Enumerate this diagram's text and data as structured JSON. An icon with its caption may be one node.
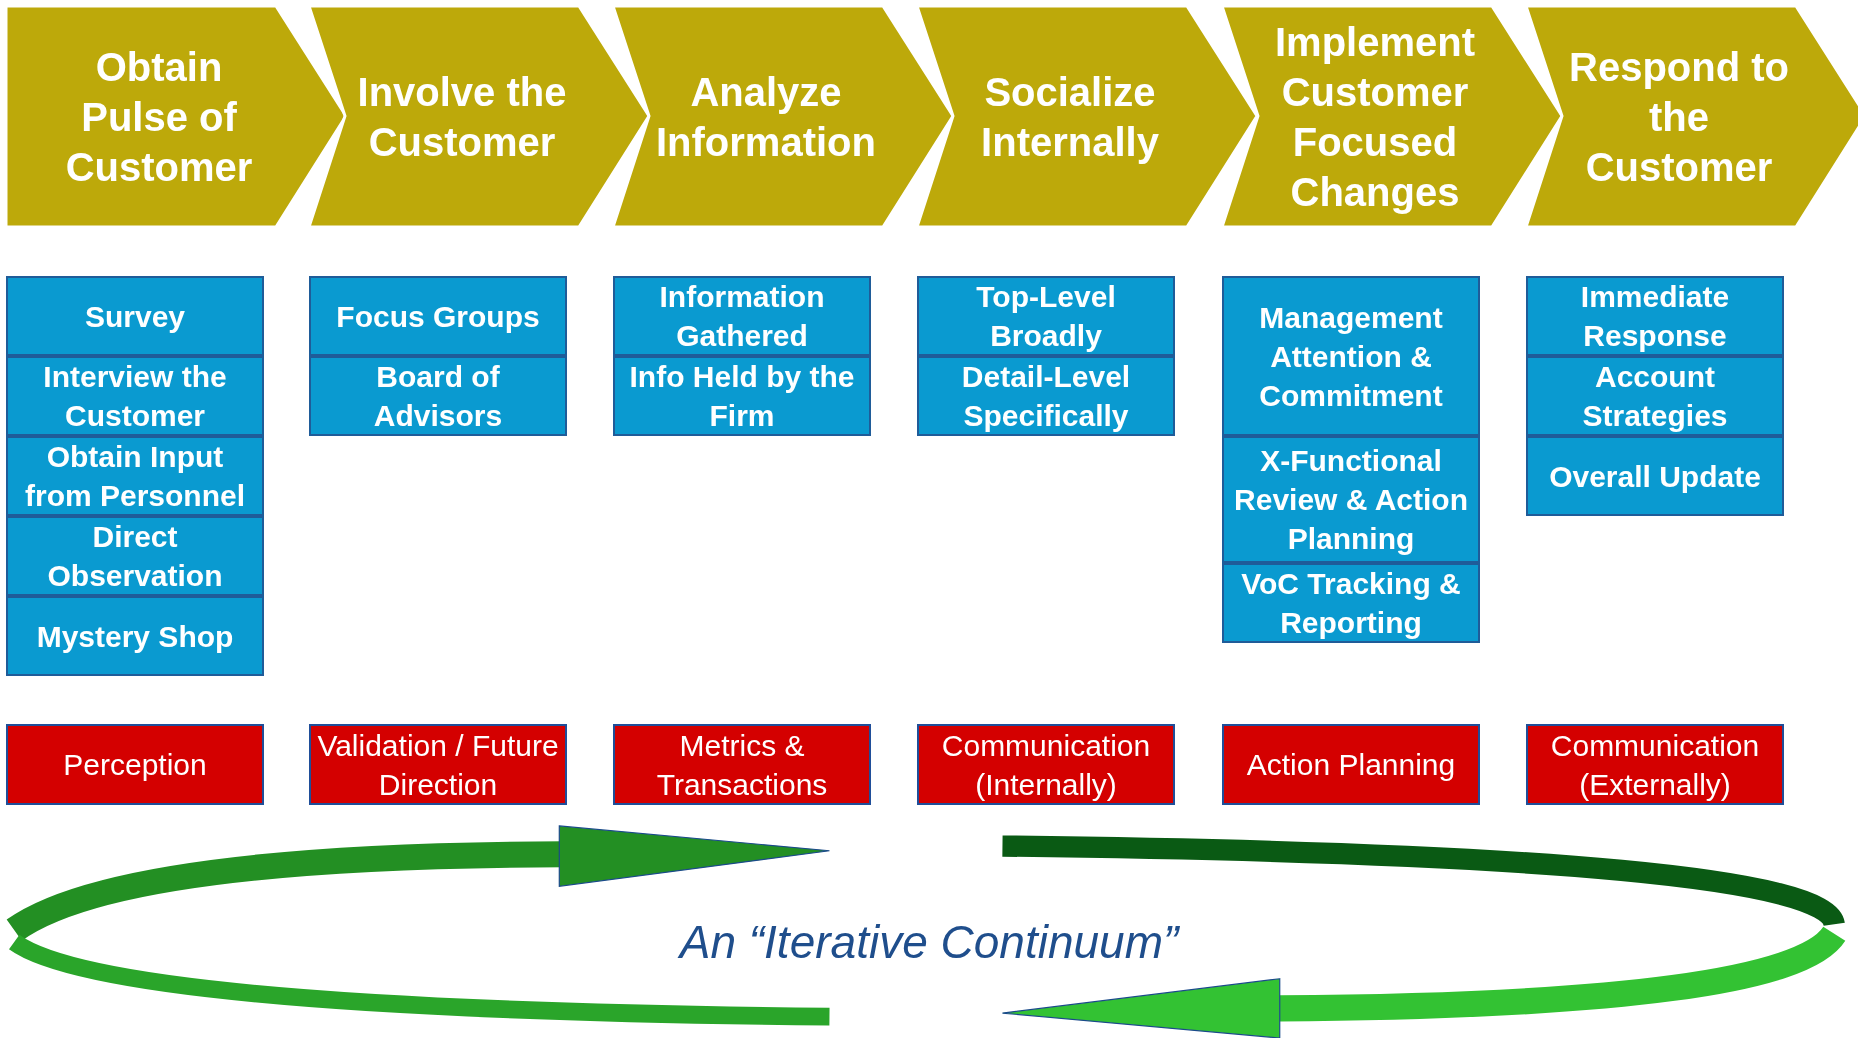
{
  "diagram": {
    "nodes": [
      {
        "text": [
          "Obtain Pulse of Customer"
        ]
      },
      {
        "text": [
          "Involve the Customer"
        ]
      },
      {
        "text": [
          "Analyze Information"
        ]
      },
      {
        "text": [
          "Socialize Internally"
        ]
      },
      {
        "text": [
          "Implement Customer Focused Changes"
        ]
      },
      {
        "text": [
          "Respond to the Customer"
        ]
      },
      {
        "text": [
          "Survey"
        ]
      },
      {
        "text": [
          "Interview the Customer"
        ]
      },
      {
        "text": [
          "Obtain Input from Personnel"
        ]
      },
      {
        "text": [
          "Direct Observation"
        ]
      },
      {
        "text": [
          "Mystery Shop"
        ]
      },
      {
        "text": [
          "Focus Groups"
        ]
      },
      {
        "text": [
          "Board of Advisors"
        ]
      },
      {
        "text": [
          "Information Gathered"
        ]
      },
      {
        "text": [
          "Info Held by the Firm"
        ]
      },
      {
        "text": [
          "Top-Level Broadly"
        ]
      },
      {
        "text": [
          "Detail-Level Specifically"
        ]
      },
      {
        "text": [
          "Management Attention & Commitment"
        ]
      },
      {
        "text": [
          "X-Functional Review & Action Planning"
        ]
      },
      {
        "text": [
          "VoC Tracking & Reporting"
        ]
      },
      {
        "text": [
          "Immediate Response"
        ]
      },
      {
        "text": [
          "Account Strategies"
        ]
      },
      {
        "text": [
          "Overall Update"
        ]
      },
      {
        "text": [
          "Perception"
        ]
      },
      {
        "text": [
          "Validation / Future Direction"
        ]
      },
      {
        "text": [
          "Metrics & Transactions"
        ]
      },
      {
        "text": [
          "Communication (Internally)"
        ]
      },
      {
        "text": [
          "Action Planning"
        ]
      },
      {
        "text": [
          "Communication (Externally)"
        ]
      }
    ],
    "edges": [],
    "labels": [
      "An “Iterative Continuum”"
    ]
  }
}
